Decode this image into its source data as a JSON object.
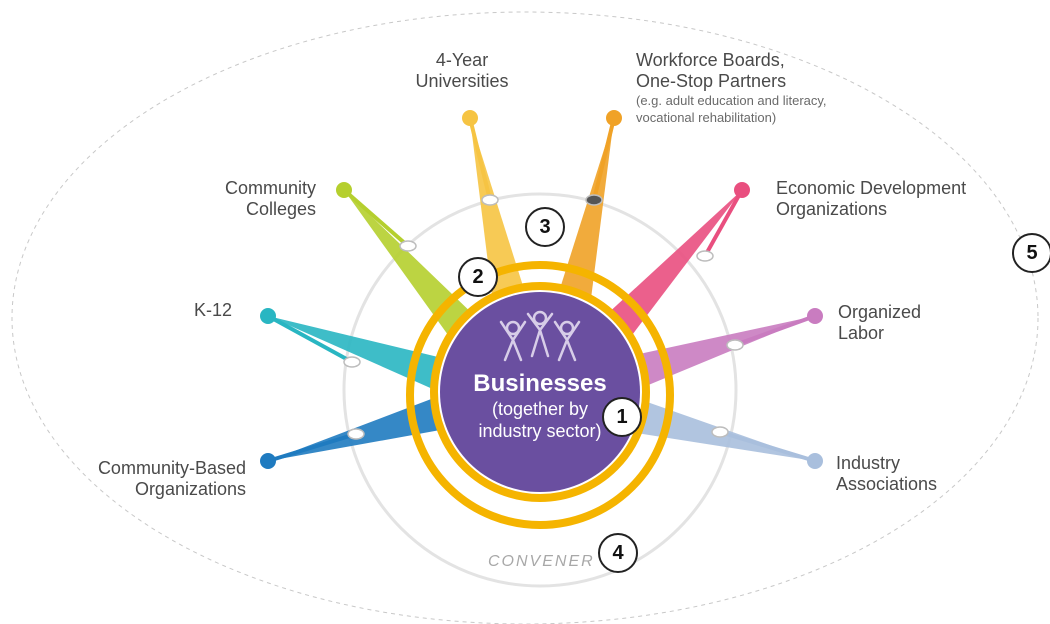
{
  "hub": {
    "title": "Businesses",
    "subtitle_line1": "(together by",
    "subtitle_line2": "industry sector)",
    "color": "#6a4fa0",
    "ring_color": "#f5b400"
  },
  "ring_label": "CONVENER",
  "stakeholders": [
    {
      "line1": "4-Year",
      "line2": "Universities",
      "color": "#f6c443"
    },
    {
      "line1": "Workforce Boards,",
      "line2": "One-Stop Partners",
      "note1": "(e.g. adult education and literacy,",
      "note2": "vocational rehabilitation)",
      "color": "#f0a227"
    },
    {
      "line1": "Community",
      "line2": "Colleges",
      "color": "#b5cf2e"
    },
    {
      "line1": "Economic Development",
      "line2": "Organizations",
      "color": "#e94f7f"
    },
    {
      "line1": "K-12",
      "line2": "",
      "color": "#29b6c2"
    },
    {
      "line1": "Organized",
      "line2": "Labor",
      "color": "#c97cc0"
    },
    {
      "line1": "Community-Based",
      "line2": "Organizations",
      "color": "#1f7bc0"
    },
    {
      "line1": "Industry",
      "line2": "Associations",
      "color": "#a9bfdd"
    }
  ],
  "markers": [
    "1",
    "2",
    "3",
    "4",
    "5"
  ]
}
